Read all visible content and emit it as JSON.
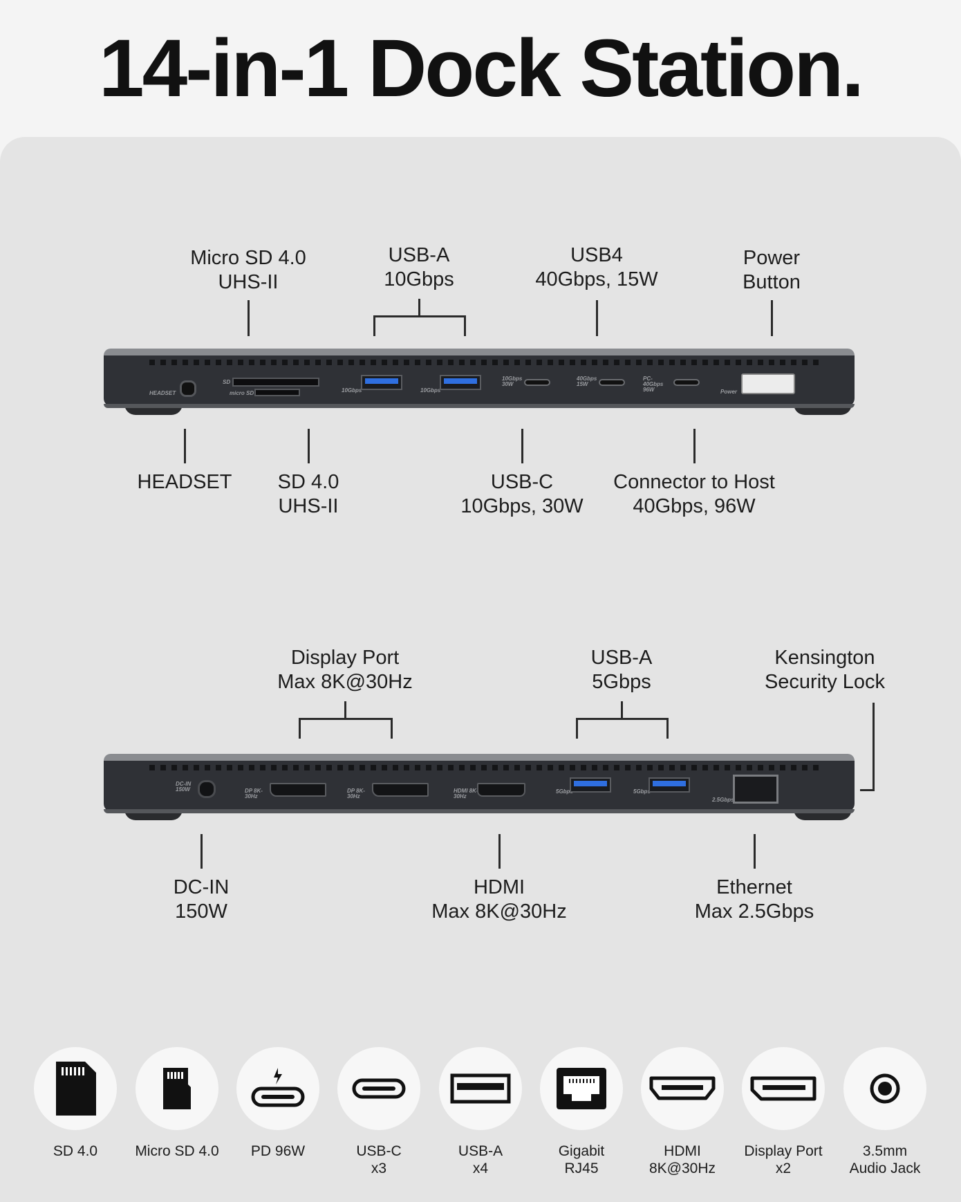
{
  "title": "14-in-1 Dock Station.",
  "front_dock": {
    "labels_top": [
      {
        "line1": "Micro SD 4.0",
        "line2": "UHS-II"
      },
      {
        "line1": "USB-A",
        "line2": "10Gbps"
      },
      {
        "line1": "USB4",
        "line2": "40Gbps, 15W"
      },
      {
        "line1": "Power",
        "line2": "Button"
      }
    ],
    "labels_bottom": [
      {
        "line1": "HEADSET",
        "line2": ""
      },
      {
        "line1": "SD 4.0",
        "line2": "UHS-II"
      },
      {
        "line1": "USB-C",
        "line2": "10Gbps, 30W"
      },
      {
        "line1": "Connector to Host",
        "line2": "40Gbps, 96W"
      }
    ],
    "port_marks": {
      "headset": "HEADSET",
      "sd": "SD",
      "micro_sd": "micro SD",
      "usba1": "10Gbps",
      "usba2": "10Gbps",
      "usbc1": "10Gbps 30W",
      "usbc2": "40Gbps 15W",
      "usbc3": "PC-40Gbps 96W",
      "power": "Power"
    }
  },
  "back_dock": {
    "labels_top": [
      {
        "line1": "Display Port",
        "line2": "Max 8K@30Hz"
      },
      {
        "line1": "USB-A",
        "line2": "5Gbps"
      },
      {
        "line1": "Kensington",
        "line2": "Security Lock"
      }
    ],
    "labels_bottom": [
      {
        "line1": "DC-IN",
        "line2": "150W"
      },
      {
        "line1": "HDMI",
        "line2": "Max 8K@30Hz"
      },
      {
        "line1": "Ethernet",
        "line2": "Max 2.5Gbps"
      }
    ],
    "port_marks": {
      "dcin": "DC-IN 150W",
      "dp1": "DP 8K-30Hz",
      "dp2": "DP 8K-30Hz",
      "hdmi": "HDMI 8K-30Hz",
      "usba1": "5Gbps",
      "usba2": "5Gbps",
      "eth": "2.5Gbps"
    }
  },
  "icons": [
    {
      "name": "sd-card-icon",
      "line1": "SD 4.0",
      "line2": ""
    },
    {
      "name": "micro-sd-icon",
      "line1": "Micro SD 4.0",
      "line2": ""
    },
    {
      "name": "usb-c-pd-icon",
      "line1": "PD 96W",
      "line2": ""
    },
    {
      "name": "usb-c-icon",
      "line1": "USB-C",
      "line2": "x3"
    },
    {
      "name": "usb-a-icon",
      "line1": "USB-A",
      "line2": "x4"
    },
    {
      "name": "rj45-icon",
      "line1": "Gigabit",
      "line2": "RJ45"
    },
    {
      "name": "hdmi-icon",
      "line1": "HDMI",
      "line2": "8K@30Hz"
    },
    {
      "name": "displayport-icon",
      "line1": "Display Port",
      "line2": "x2"
    },
    {
      "name": "audio-jack-icon",
      "line1": "3.5mm",
      "line2": "Audio Jack"
    }
  ]
}
